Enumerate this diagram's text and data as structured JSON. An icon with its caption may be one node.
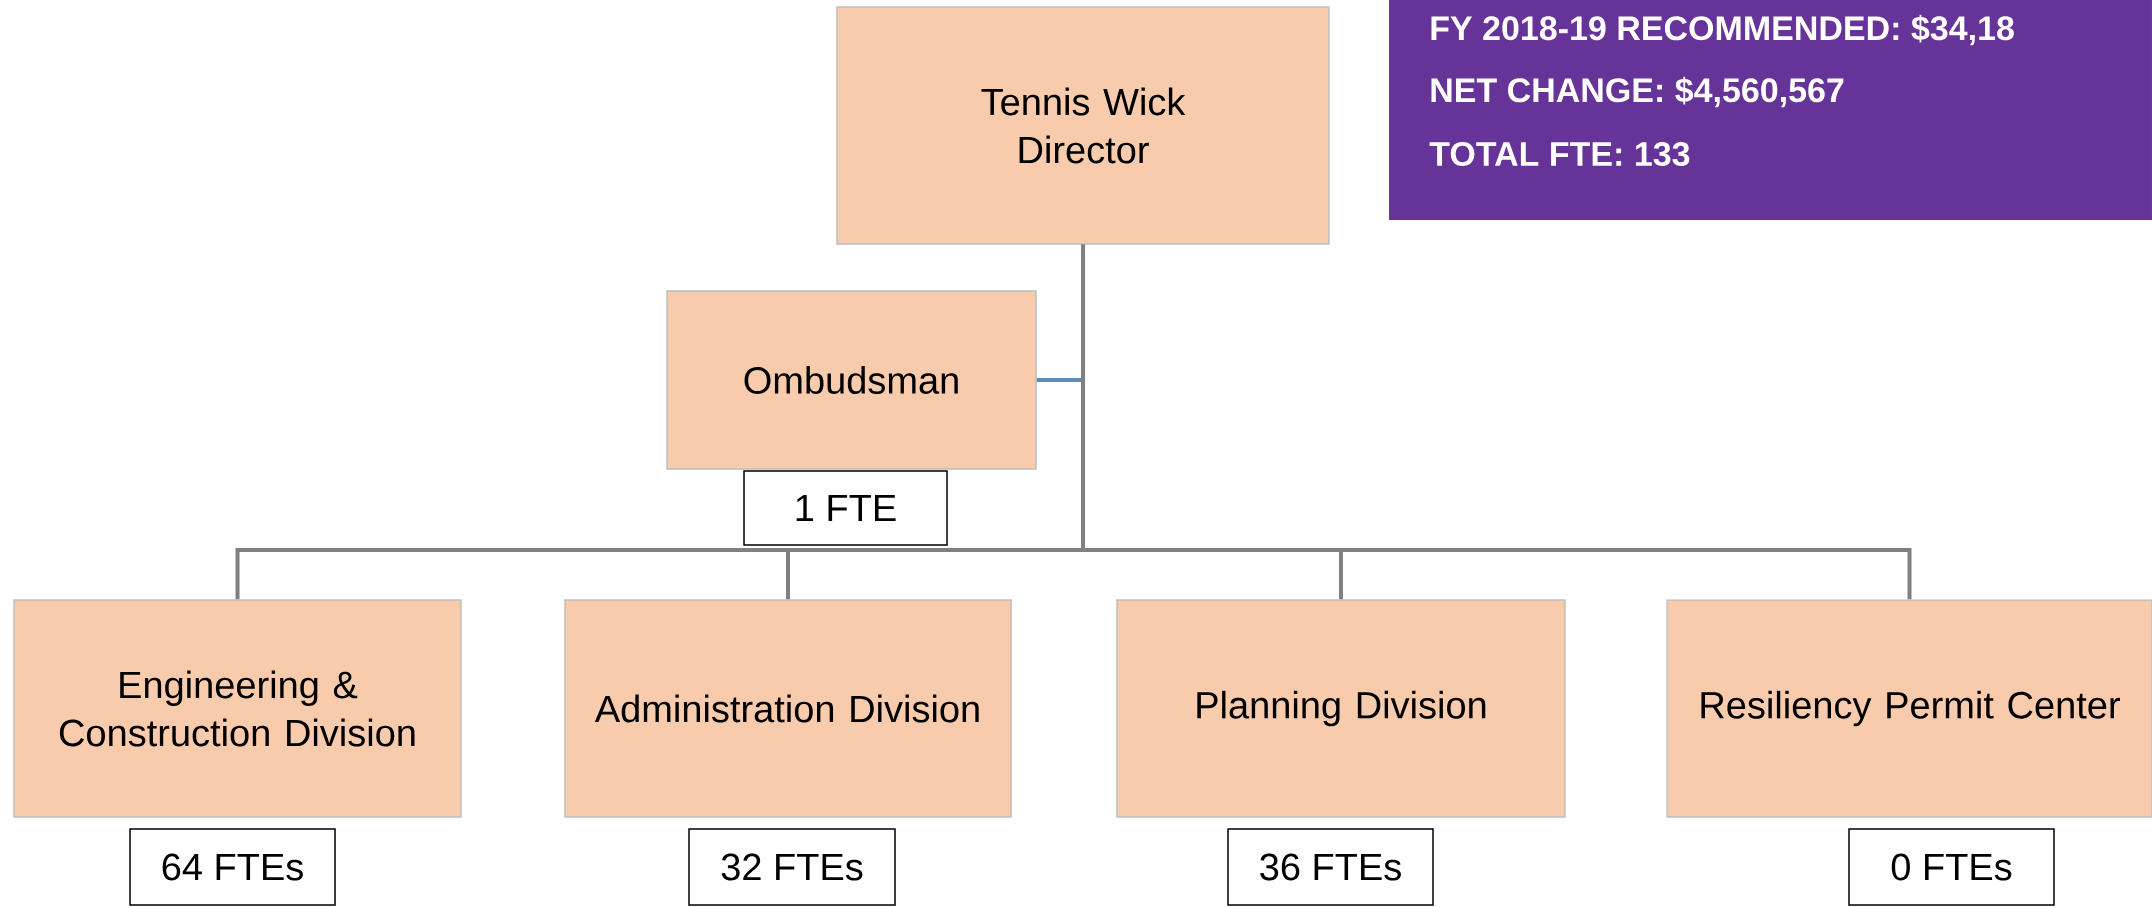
{
  "diagram": {
    "nodes": [
      {
        "text": [
          "Tennis Wick",
          "Director"
        ]
      },
      {
        "text": [
          "Ombudsman"
        ],
        "beside": [
          "1 FTE"
        ]
      },
      {
        "text": [
          "Engineering & Construction Division"
        ],
        "beside": [
          "64 FTEs"
        ]
      },
      {
        "text": [
          "Administration Division"
        ],
        "beside": [
          "32 FTEs"
        ]
      },
      {
        "text": [
          "Planning Division"
        ],
        "beside": [
          "36 FTEs"
        ]
      },
      {
        "text": [
          "Resiliency Permit Center"
        ],
        "beside": [
          "0 FTEs"
        ]
      },
      {
        "text": [
          "FY 2018-19 RECOMMENDED: $34,18",
          "NET CHANGE: $4,560,567",
          "TOTAL FTE: 133"
        ]
      }
    ],
    "edges": [
      {
        "from": 0,
        "to": 1,
        "arrow": "none",
        "color": "#5b8bbf"
      },
      {
        "from": 0,
        "to": 2,
        "arrow": "none"
      },
      {
        "from": 0,
        "to": 3,
        "arrow": "none"
      },
      {
        "from": 0,
        "to": 4,
        "arrow": "none"
      },
      {
        "from": 0,
        "to": 5,
        "arrow": "none"
      }
    ]
  }
}
